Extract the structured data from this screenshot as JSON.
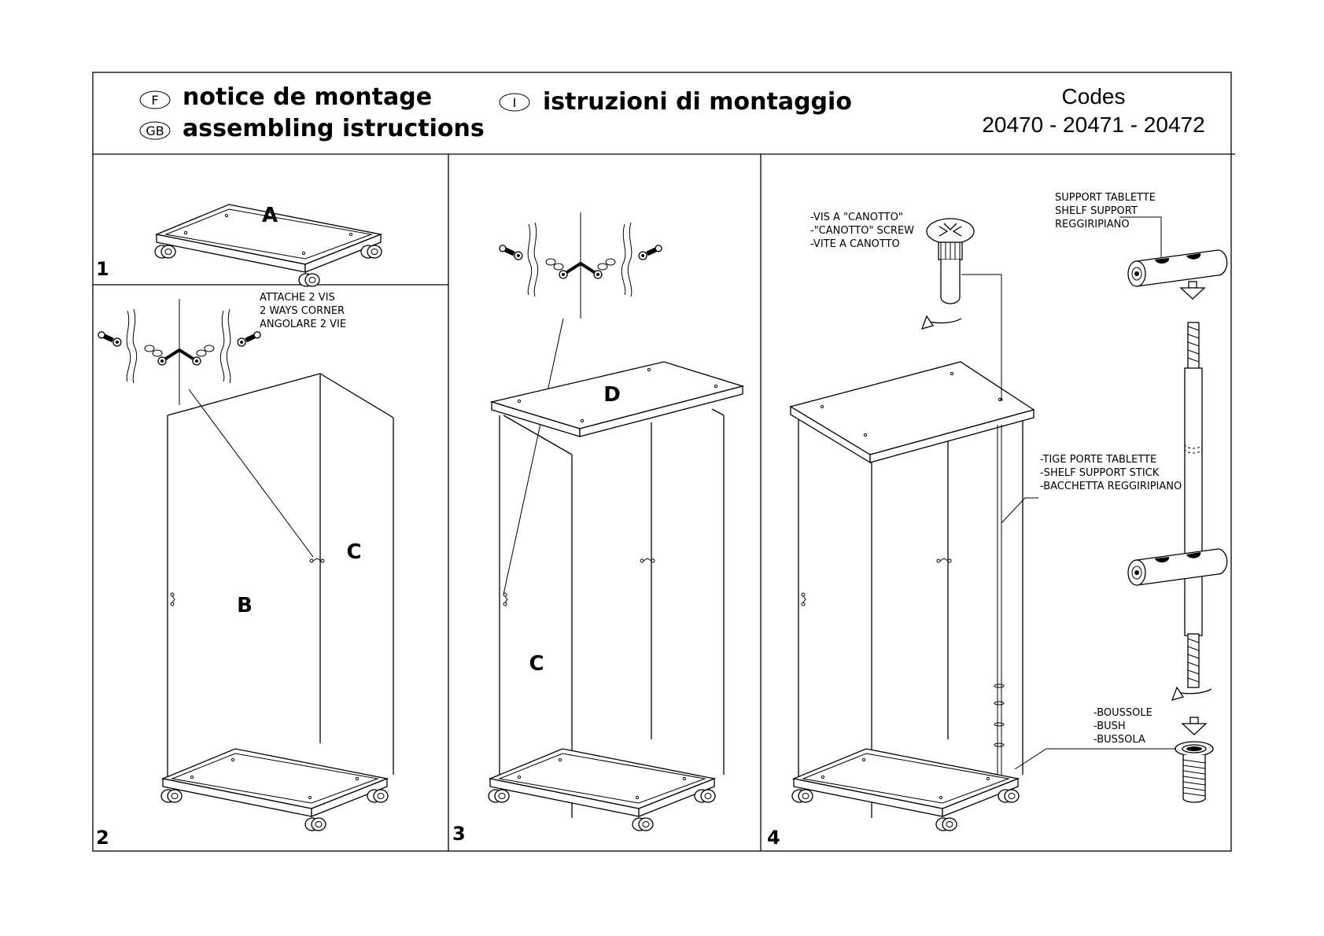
{
  "header": {
    "languages": [
      {
        "badge": "F",
        "text": "notice de montage"
      },
      {
        "badge": "GB",
        "text": "assembling istructions"
      },
      {
        "badge": "I",
        "text": "istruzioni di montaggio"
      }
    ],
    "codes_title": "Codes",
    "codes_value": "20470 - 20471 - 20472"
  },
  "steps": [
    {
      "number": "1",
      "parts": [
        "A"
      ]
    },
    {
      "number": "2",
      "parts": [
        "B",
        "C"
      ],
      "callout": [
        "ATTACHE 2 VIS",
        "2 WAYS CORNER",
        "ANGOLARE 2 VIE"
      ]
    },
    {
      "number": "3",
      "parts": [
        "D",
        "C"
      ]
    },
    {
      "number": "4",
      "screw_callout": [
        "-VIS A \"CANOTTO\"",
        "-\"CANOTTO\"  SCREW",
        "-VITE A CANOTTO"
      ],
      "support_callout": [
        "SUPPORT TABLETTE",
        "SHELF SUPPORT",
        "REGGIRIPIANO"
      ],
      "stick_callout": [
        "-TIGE PORTE TABLETTE",
        "-SHELF SUPPORT STICK",
        "-BACCHETTA REGGIRIPIANO"
      ],
      "bush_callout": [
        "-BOUSSOLE",
        "-BUSH",
        "-BUSSOLA"
      ]
    }
  ]
}
